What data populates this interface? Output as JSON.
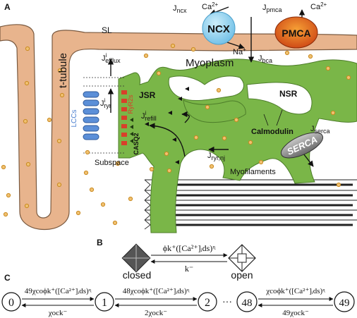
{
  "panel_a": {
    "panel_label": "A",
    "sl": "SL",
    "ttubule": "t-tubule",
    "myoplasm": "Myoplasm",
    "nsr": "NSR",
    "jsr": "JSR",
    "subspace": "Subspace",
    "lccs": "LCCs",
    "ryr2s": "RyR2s",
    "casq2": "CASQ2",
    "calmodulin": "Calmodulin",
    "myofilaments": "Myofilaments",
    "ncx": "NCX",
    "pmca": "PMCA",
    "serca": "SERCA",
    "ca": "Ca",
    "ca_sup": "2+",
    "na": "Na",
    "na_sup": "+",
    "j": "J",
    "ncx_sub": "ncx",
    "pmca_sub": "pmca",
    "bca_sub": "bca",
    "serca_sub": "serca",
    "efflux_sup": "i",
    "efflux_sub": "efflux",
    "ryr_sup": "i",
    "ryr_sub": "ryr",
    "refill_sup": "i",
    "refill_sub": "refill",
    "ryrnj_sub": "ryr,nj"
  },
  "panel_b": {
    "panel_label": "B",
    "closed": "closed",
    "open": "open",
    "fwd_rate": "ϕk⁺([Ca²⁺]ᵢds)ᶯ",
    "rev_rate": "k⁻"
  },
  "panel_c": {
    "panel_label": "C",
    "states": [
      "0",
      "1",
      "2",
      "48",
      "49"
    ],
    "dots": "···",
    "fwd_rates": [
      "49χcoϕk⁺([Ca²⁺]ᵢds)ᶯ",
      "48χcoϕk⁺([Ca²⁺]ᵢds)ᶯ",
      "χcoϕk⁺([Ca²⁺]ᵢds)ᶯ"
    ],
    "rev_rates": [
      "χock⁻",
      "2χock⁻",
      "49χock⁻"
    ]
  },
  "colors": {
    "membrane": "#e8b48d",
    "membrane_stroke": "#7a5a40",
    "sr_green": "#7ab648",
    "sr_stroke": "#4d7d2a",
    "ncx": "#8fd0ef",
    "pmca": "#e2561e",
    "serca": "#8c8c8c",
    "ca_dot": "#e2a030",
    "lcc": "#5b8fd8",
    "ryr": "#d8402a"
  }
}
